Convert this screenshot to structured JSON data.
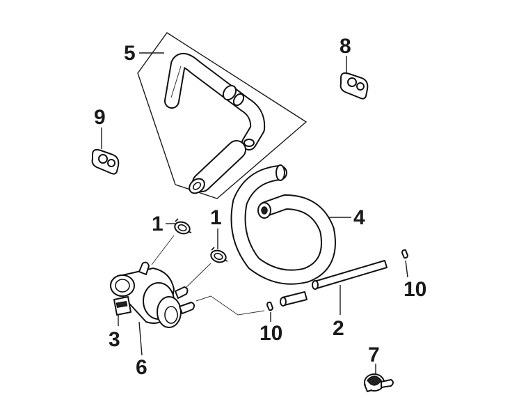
{
  "callouts": {
    "c1a": "1",
    "c1b": "1",
    "c2": "2",
    "c3": "3",
    "c4": "4",
    "c5": "5",
    "c6": "6",
    "c7": "7",
    "c8": "8",
    "c9": "9",
    "c10a": "10",
    "c10b": "10"
  }
}
